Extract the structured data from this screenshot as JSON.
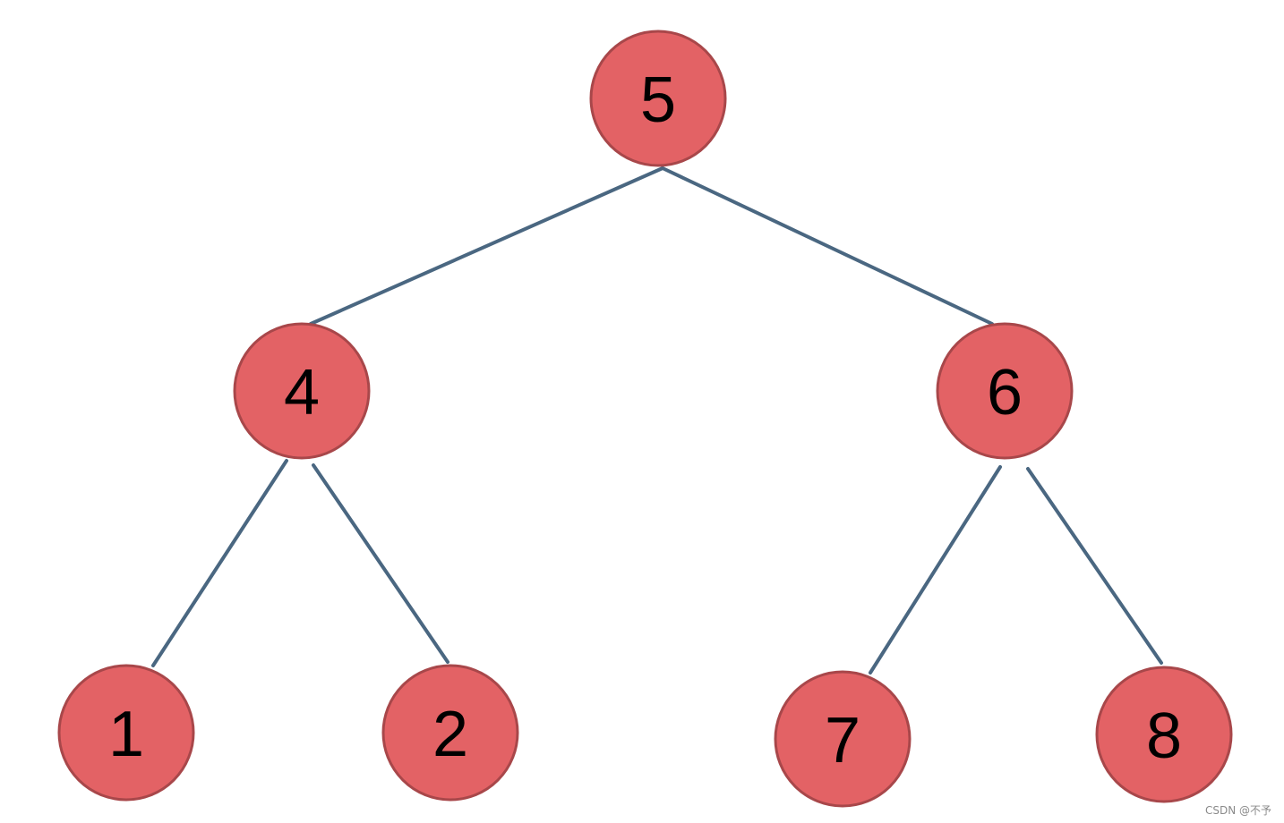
{
  "diagram": {
    "type": "binary-tree",
    "nodes": [
      {
        "id": "n5",
        "label": "5"
      },
      {
        "id": "n4",
        "label": "4"
      },
      {
        "id": "n6",
        "label": "6"
      },
      {
        "id": "n1",
        "label": "1"
      },
      {
        "id": "n2",
        "label": "2"
      },
      {
        "id": "n7",
        "label": "7"
      },
      {
        "id": "n8",
        "label": "8"
      }
    ],
    "edges": [
      {
        "from": "n5",
        "to": "n4"
      },
      {
        "from": "n5",
        "to": "n6"
      },
      {
        "from": "n4",
        "to": "n1"
      },
      {
        "from": "n4",
        "to": "n2"
      },
      {
        "from": "n6",
        "to": "n7"
      },
      {
        "from": "n6",
        "to": "n8"
      }
    ],
    "colors": {
      "node_fill": "#e36265",
      "node_stroke": "#a8474a",
      "edge": "#4a6781",
      "label": "#000000"
    }
  },
  "watermark": "CSDN @不予"
}
